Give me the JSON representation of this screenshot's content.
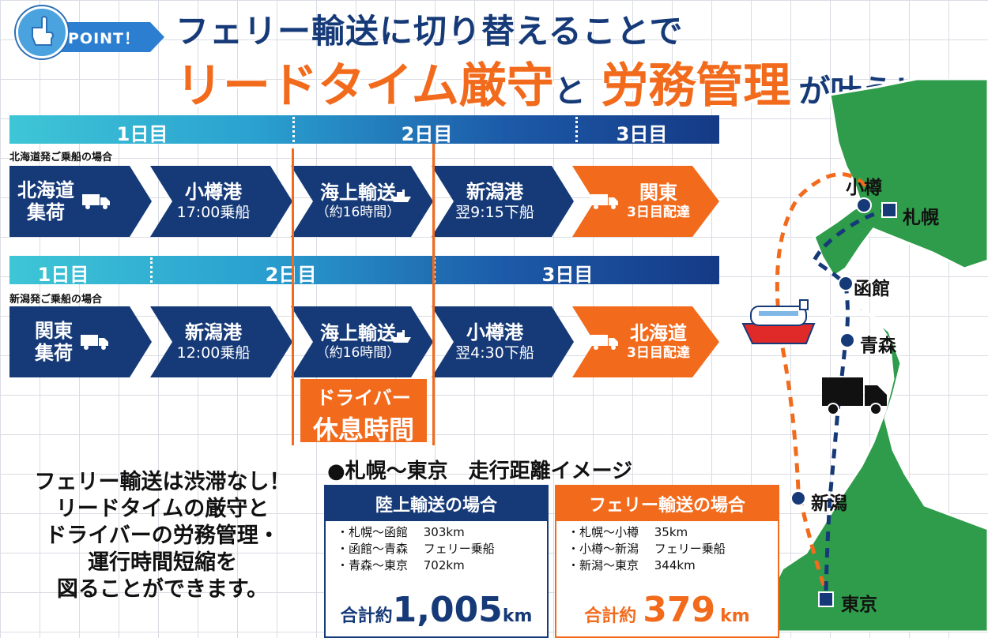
{
  "header": {
    "point_label": "POINT！",
    "headline_line1": "フェリー輸送に切り替えることで",
    "headline_part1": "リードタイム厳守",
    "headline_part2": "と",
    "headline_part3": "労務管理",
    "headline_part4": "が叶う！"
  },
  "route1": {
    "days": [
      "1日目",
      "2日目",
      "3日目"
    ],
    "label": "北海道発ご乗船の場合",
    "steps": [
      {
        "line1": "北海道",
        "line2": "集荷"
      },
      {
        "line1": "小樽港",
        "line2": "17:00乗船"
      },
      {
        "line1": "海上輸送",
        "line2": "（約16時間）"
      },
      {
        "line1": "新潟港",
        "line2": "翌9:15下船"
      },
      {
        "line1": "関東",
        "line2": "3日目配達"
      }
    ]
  },
  "route2": {
    "days": [
      "1日目",
      "2日目",
      "3日目"
    ],
    "label": "新潟発ご乗船の場合",
    "steps": [
      {
        "line1": "関東",
        "line2": "集荷"
      },
      {
        "line1": "新潟港",
        "line2": "12:00乗船"
      },
      {
        "line1": "海上輸送",
        "line2": "（約16時間）"
      },
      {
        "line1": "小樽港",
        "line2": "翌4:30下船"
      },
      {
        "line1": "北海道",
        "line2": "3日目配達"
      }
    ]
  },
  "driver_rest": {
    "line1": "ドライバー",
    "line2": "休息時間"
  },
  "bottom_text": [
    "フェリー輸送は渋滞なし！",
    "リードタイムの厳守と",
    "ドライバーの労務管理・",
    "運行時間短縮を",
    "図ることができます。"
  ],
  "distance": {
    "title": "●札幌〜東京　走行距離イメージ",
    "land": {
      "header": "陸上輸送の場合",
      "items": [
        "・札幌〜函館　 303km",
        "・函館〜青森　 フェリー乗船",
        "・青森〜東京　 702km"
      ],
      "total_label": "合計約",
      "total_value": "1,005",
      "total_unit": "km"
    },
    "ferry": {
      "header": "フェリー輸送の場合",
      "items": [
        "・札幌〜小樽　 35km",
        "・小樽〜新潟　 フェリー乗船",
        "・新潟〜東京　 344km"
      ],
      "total_label": "合計約",
      "total_value": "379",
      "total_unit": "km"
    }
  },
  "map": {
    "cities": [
      "小樽",
      "札幌",
      "函館",
      "青森",
      "新潟",
      "東京"
    ]
  },
  "colors": {
    "navy": "#163a78",
    "orange": "#f26b1d",
    "green": "#2e9c4a"
  }
}
